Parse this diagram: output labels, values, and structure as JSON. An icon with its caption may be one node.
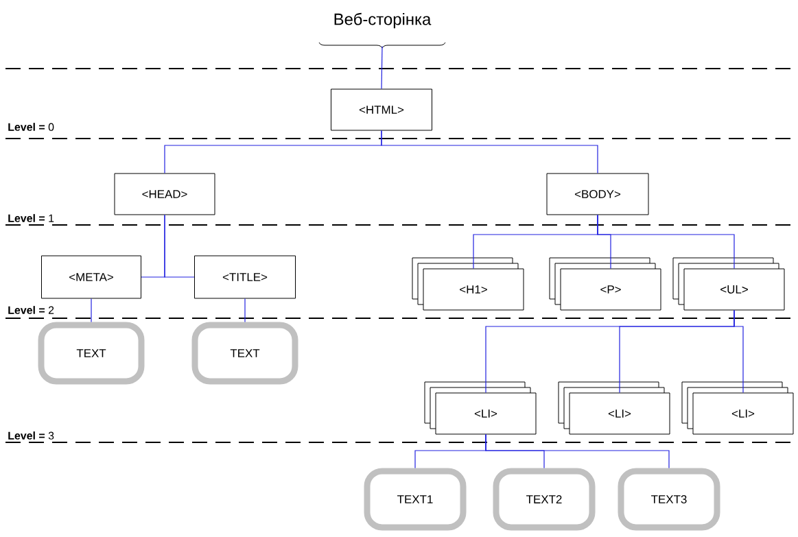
{
  "diagram": {
    "nodes": [
      {
        "text": [
          "Веб-сторінка"
        ]
      },
      {
        "text": [
          "<HTML>"
        ]
      },
      {
        "text": [
          "<HEAD>"
        ]
      },
      {
        "text": [
          "<BODY>"
        ]
      },
      {
        "text": [
          "<META>"
        ]
      },
      {
        "text": [
          "<TITLE>"
        ]
      },
      {
        "text": [
          "<H1>"
        ]
      },
      {
        "text": [
          "<P>"
        ]
      },
      {
        "text": [
          "<UL>"
        ]
      },
      {
        "text": [
          "TEXT"
        ]
      },
      {
        "text": [
          "TEXT"
        ]
      },
      {
        "text": [
          "<LI>"
        ]
      },
      {
        "text": [
          "<LI>"
        ]
      },
      {
        "text": [
          "<LI>"
        ]
      },
      {
        "text": [
          "TEXT1"
        ]
      },
      {
        "text": [
          "TEXT2"
        ]
      },
      {
        "text": [
          "TEXT3"
        ]
      }
    ],
    "edges": [
      {
        "from": 0,
        "to": 1,
        "arrow": "none"
      },
      {
        "from": 1,
        "to": 2,
        "arrow": "none"
      },
      {
        "from": 1,
        "to": 3,
        "arrow": "none"
      },
      {
        "from": 2,
        "to": 4,
        "arrow": "none"
      },
      {
        "from": 2,
        "to": 5,
        "arrow": "none"
      },
      {
        "from": 3,
        "to": 6,
        "arrow": "none"
      },
      {
        "from": 3,
        "to": 7,
        "arrow": "none"
      },
      {
        "from": 3,
        "to": 8,
        "arrow": "none"
      },
      {
        "from": 4,
        "to": 9,
        "arrow": "none"
      },
      {
        "from": 5,
        "to": 10,
        "arrow": "none"
      },
      {
        "from": 8,
        "to": 11,
        "arrow": "none"
      },
      {
        "from": 8,
        "to": 12,
        "arrow": "none"
      },
      {
        "from": 8,
        "to": 13,
        "arrow": "none"
      },
      {
        "from": 11,
        "to": 14,
        "arrow": "none"
      },
      {
        "from": 11,
        "to": 15,
        "arrow": "none"
      },
      {
        "from": 11,
        "to": 16,
        "arrow": "none"
      }
    ],
    "labels": [
      "**Level =** 0",
      "**Level =** 1",
      "**Level =** 2",
      "**Level =** 3"
    ]
  }
}
